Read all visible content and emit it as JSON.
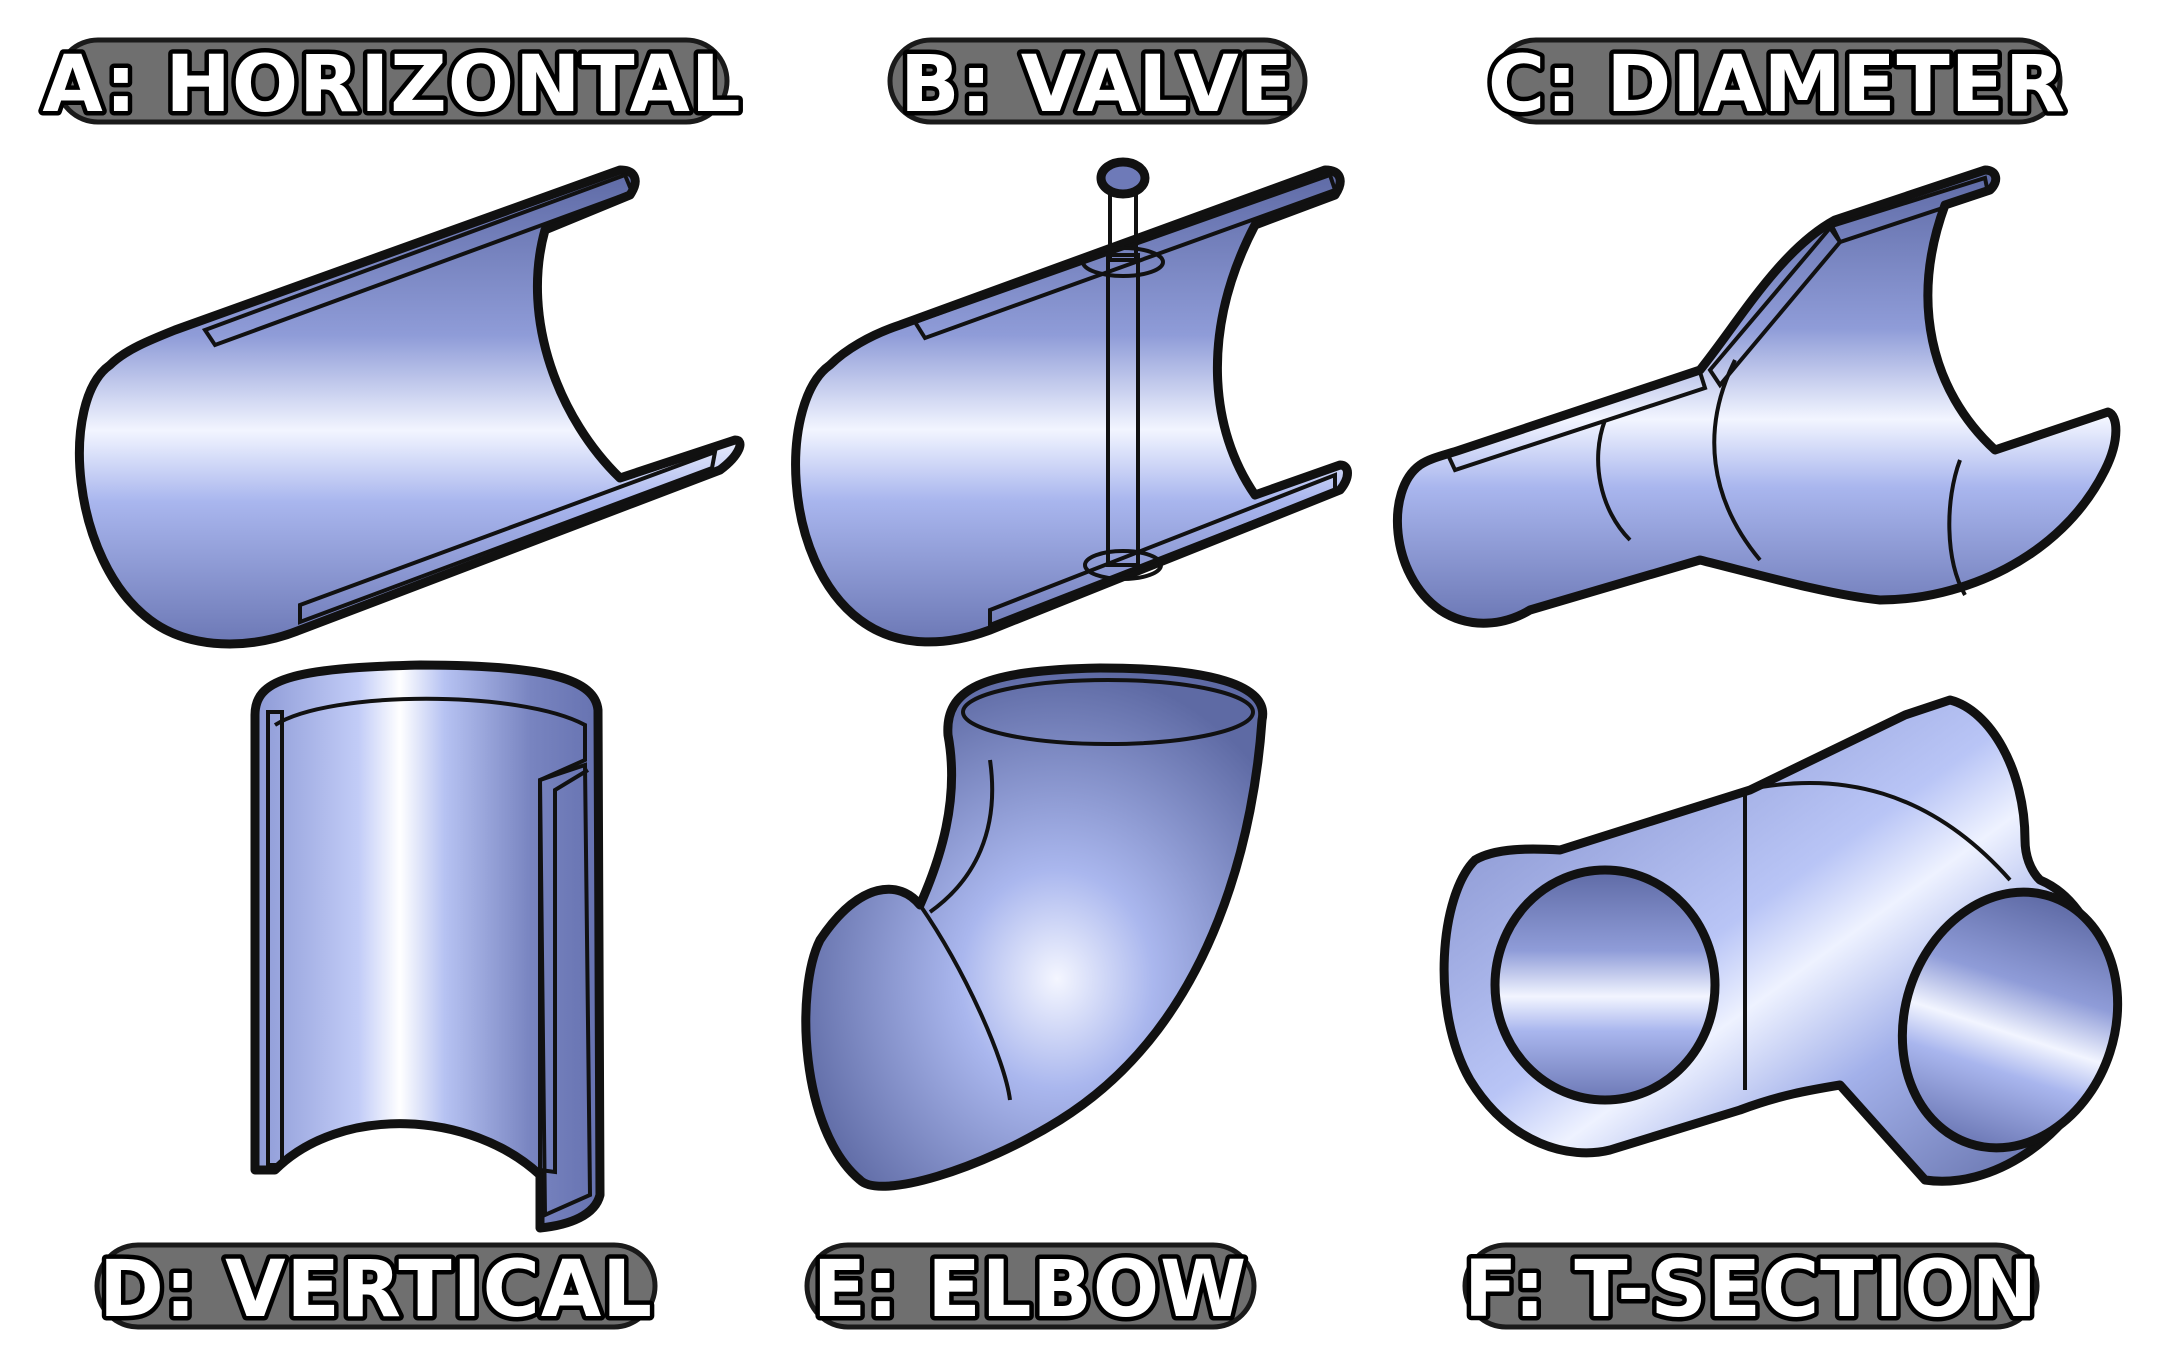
{
  "colors": {
    "metal_light": "#e6ecff",
    "metal_mid": "#a9b7ec",
    "metal_dark": "#5e6aa3",
    "outline": "#111111",
    "label_pill": "#6f6f6f",
    "label_text": "#ffffff"
  },
  "panels": [
    {
      "id": "A",
      "label": "A: HORIZONTAL"
    },
    {
      "id": "B",
      "label": "B: VALVE"
    },
    {
      "id": "C",
      "label": "C: DIAMETER"
    },
    {
      "id": "D",
      "label": "D: VERTICAL"
    },
    {
      "id": "E",
      "label": "E: ELBOW"
    },
    {
      "id": "F",
      "label": "F: T-SECTION"
    }
  ]
}
